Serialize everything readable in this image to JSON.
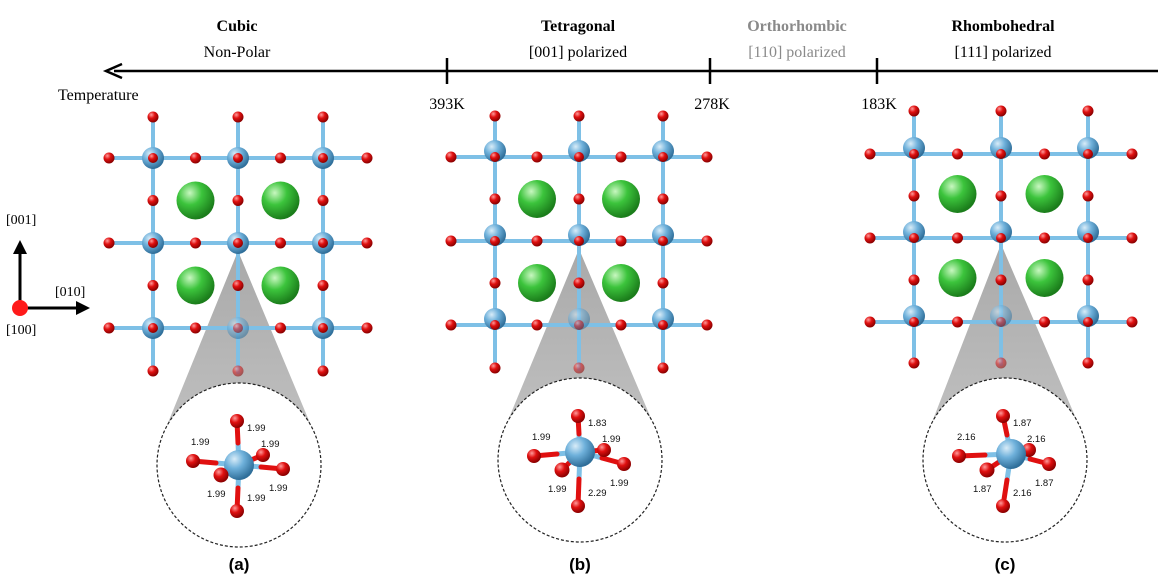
{
  "phases": [
    {
      "name": "Cubic",
      "polarization": "Non-Polar",
      "muted": false
    },
    {
      "name": "Tetragonal",
      "polarization": "[001] polarized",
      "muted": false
    },
    {
      "name": "Orthorhombic",
      "polarization": "[110] polarized",
      "muted": true
    },
    {
      "name": "Rhombohedral",
      "polarization": "[111] polarized",
      "muted": false
    }
  ],
  "axis": {
    "label": "Temperature",
    "transitions": [
      "393K",
      "278K",
      "183K"
    ]
  },
  "orientation": {
    "up": "[001]",
    "right": "[010]",
    "out": "[100]"
  },
  "panels": [
    {
      "label": "(a)",
      "bonds": {
        "up": "1.99",
        "left": "1.99",
        "right": "1.99",
        "front": "1.99",
        "front_right": "1.99",
        "down": "1.99"
      }
    },
    {
      "label": "(b)",
      "bonds": {
        "up": "1.83",
        "left": "1.99",
        "right": "1.99",
        "front": "1.99",
        "front_right": "1.99",
        "down": "2.29"
      }
    },
    {
      "label": "(c)",
      "bonds": {
        "up": "1.87",
        "left": "2.16",
        "right": "2.16",
        "front": "1.87",
        "front_right": "1.87",
        "down": "2.16"
      }
    }
  ],
  "colors": {
    "titanium": "#5ba3d0",
    "oxygen": "#e01010",
    "barium": "#3cc43c",
    "axis": "#000000",
    "muted_text": "#8a8a8a",
    "zoom_cone": "#a6a6a6"
  }
}
